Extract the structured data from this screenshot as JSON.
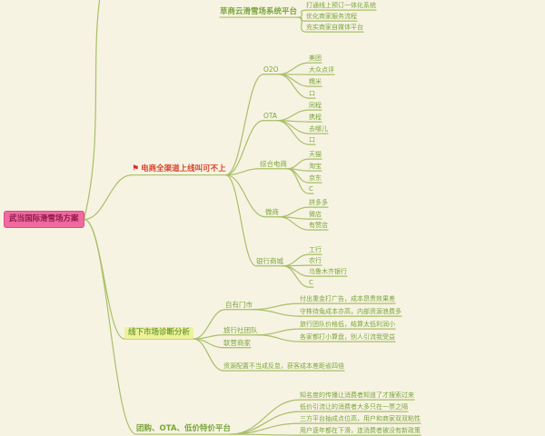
{
  "root": {
    "label": "武当国际滑雪场方案"
  },
  "icons": {
    "flag": "⚑"
  },
  "colors": {
    "background": "#f7f3e2",
    "line": "#a8bf6a",
    "topic_text": "#7aa63c",
    "root_bg": "#f0699f",
    "root_text": "#8c1d4a",
    "alert_text": "#d6452f",
    "highlight_bg": "#eff09a"
  },
  "branches": [
    {
      "label": "草商云滑雪场系统平台",
      "children": [
        {
          "label": "打通线上预订一体化系统"
        },
        {
          "label": "优化商家服务流程"
        },
        {
          "label": "充实商家自媒体平台"
        }
      ]
    },
    {
      "label": "电商全渠道上线叫可不上",
      "children": [
        {
          "label": "O2O",
          "children": [
            {
              "label": "美团"
            },
            {
              "label": "大众点评"
            },
            {
              "label": "糯米"
            },
            {
              "label": "口"
            }
          ]
        },
        {
          "label": "OTA",
          "children": [
            {
              "label": "同程"
            },
            {
              "label": "携程"
            },
            {
              "label": "去哪儿"
            },
            {
              "label": "口"
            }
          ]
        },
        {
          "label": "综合电商",
          "children": [
            {
              "label": "天猫"
            },
            {
              "label": "淘宝"
            },
            {
              "label": "京东"
            },
            {
              "label": "C"
            }
          ]
        },
        {
          "label": "微商",
          "children": [
            {
              "label": "拼多多"
            },
            {
              "label": "微店"
            },
            {
              "label": "有赞店"
            }
          ]
        },
        {
          "label": "银行商城",
          "children": [
            {
              "label": "工行"
            },
            {
              "label": "农行"
            },
            {
              "label": "乌鲁木齐银行"
            },
            {
              "label": "C"
            }
          ]
        }
      ]
    },
    {
      "label": "线下市场诊断分析",
      "children": [
        {
          "label": "自有门市",
          "children": [
            {
              "label": "付出重金打广告，成本昂贵效果差"
            },
            {
              "label": "守株待兔成本亦高，内部资源浪费多"
            }
          ]
        },
        {
          "label": "旅行社团队",
          "children": [
            {
              "label": "旅行团队价格低，结算太低利润小"
            },
            {
              "label": "各家都打小算盘，别人引流我受益"
            }
          ]
        },
        {
          "label": "联营商家",
          "children": []
        },
        {
          "label": "资源配置不当成反怠，获客成本差距省四倍",
          "children": []
        }
      ]
    },
    {
      "label": "团购、OTA、低价特价平台",
      "children": [
        {
          "label": "知名度的传播让消费者知道了才搜索过来"
        },
        {
          "label": "低价引流让的消费者大多只在一票之隔"
        },
        {
          "label": "三方平台抽成点位高，用户和商家双双粘性"
        },
        {
          "label": "用户逐年都在下滑，连消费者被没有新政策"
        }
      ]
    }
  ]
}
